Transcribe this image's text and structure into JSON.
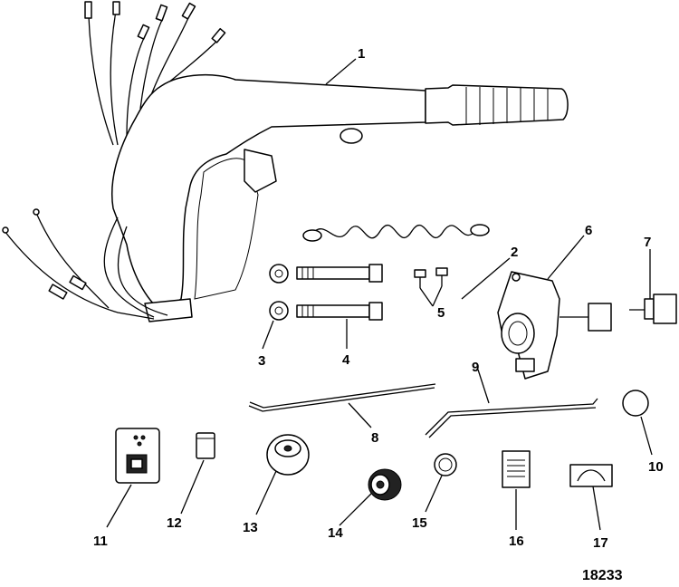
{
  "callouts": {
    "c1": "1",
    "c2": "2",
    "c3": "3",
    "c4": "4",
    "c5": "5",
    "c6": "6",
    "c7": "7",
    "c8": "8",
    "c9": "9",
    "c10": "10",
    "c11": "11",
    "c12": "12",
    "c13": "13",
    "c14": "14",
    "c15": "15",
    "c16": "16",
    "c17": "17"
  },
  "document_number": "18233"
}
